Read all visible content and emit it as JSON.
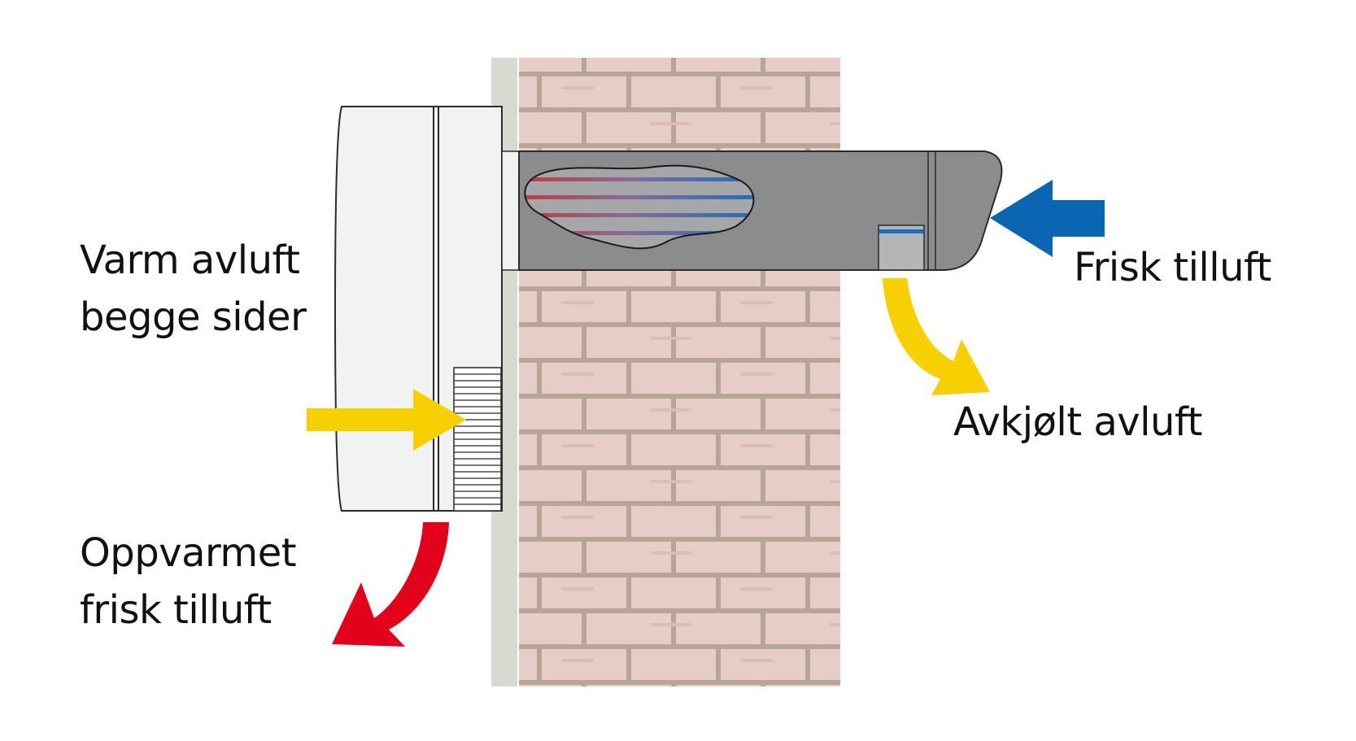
{
  "labels": {
    "warm_exhaust": [
      "Varm avluft",
      "begge sider"
    ],
    "heated_supply": [
      "Oppvarmet",
      "frisk tilluft"
    ],
    "fresh_supply": "Frisk tilluft",
    "cooled_exhaust": "Avkjølt avluft"
  },
  "colors": {
    "warm_arrow": "#f7d000",
    "heated_arrow": "#e2001a",
    "fresh_arrow": "#0a66b3",
    "cooled_arrow": "#f7d000",
    "heat_exchanger_hot": "#c8343b",
    "heat_exchanger_cold": "#1c6cc0",
    "duct": "#8b8c8e",
    "brick": "#e7cdc7",
    "mortar": "#b7a599",
    "unit_body": "#f1f2f2"
  }
}
